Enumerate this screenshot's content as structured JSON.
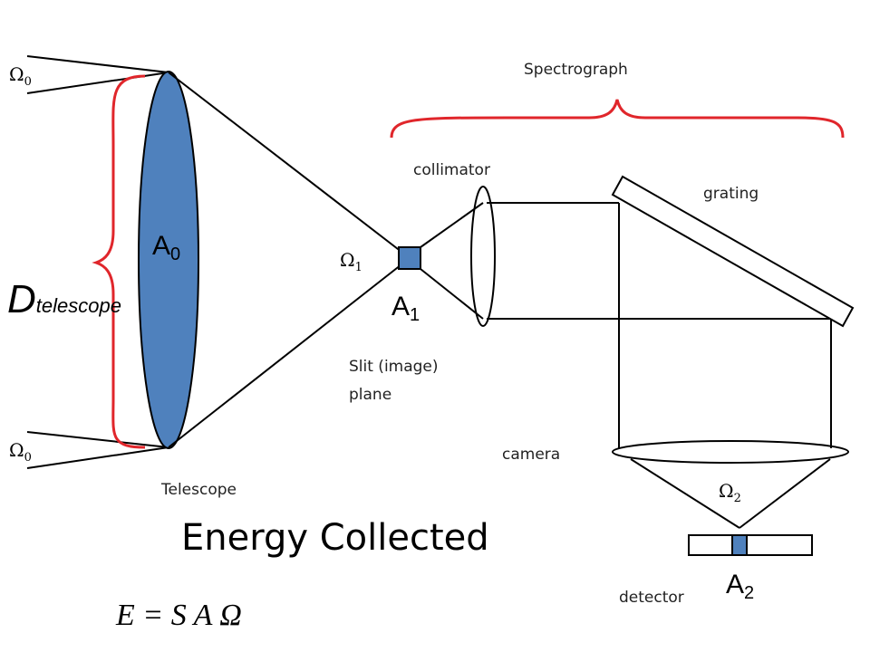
{
  "labels": {
    "spectrograph": "Spectrograph",
    "collimator": "collimator",
    "grating": "grating",
    "slit_line1": "Slit (image)",
    "slit_line2": "plane",
    "camera": "camera",
    "telescope": "Telescope",
    "detector": "detector"
  },
  "areas": {
    "a0": {
      "base": "A",
      "sub": "0"
    },
    "a1": {
      "base": "A",
      "sub": "1"
    },
    "a2": {
      "base": "A",
      "sub": "2"
    }
  },
  "solid_angles": {
    "omega0_top": {
      "base": "Ω",
      "sub": "0"
    },
    "omega0_bottom": {
      "base": "Ω",
      "sub": "0"
    },
    "omega1": {
      "base": "Ω",
      "sub": "1"
    },
    "omega2": {
      "base": "Ω",
      "sub": "2"
    }
  },
  "d_telescope": {
    "base": "D",
    "sub": "telescope"
  },
  "title": "Energy Collected",
  "equation": "E = S A Ω",
  "colors": {
    "fill": "#4f81bd",
    "brace": "#e0262b",
    "line": "#000000"
  }
}
